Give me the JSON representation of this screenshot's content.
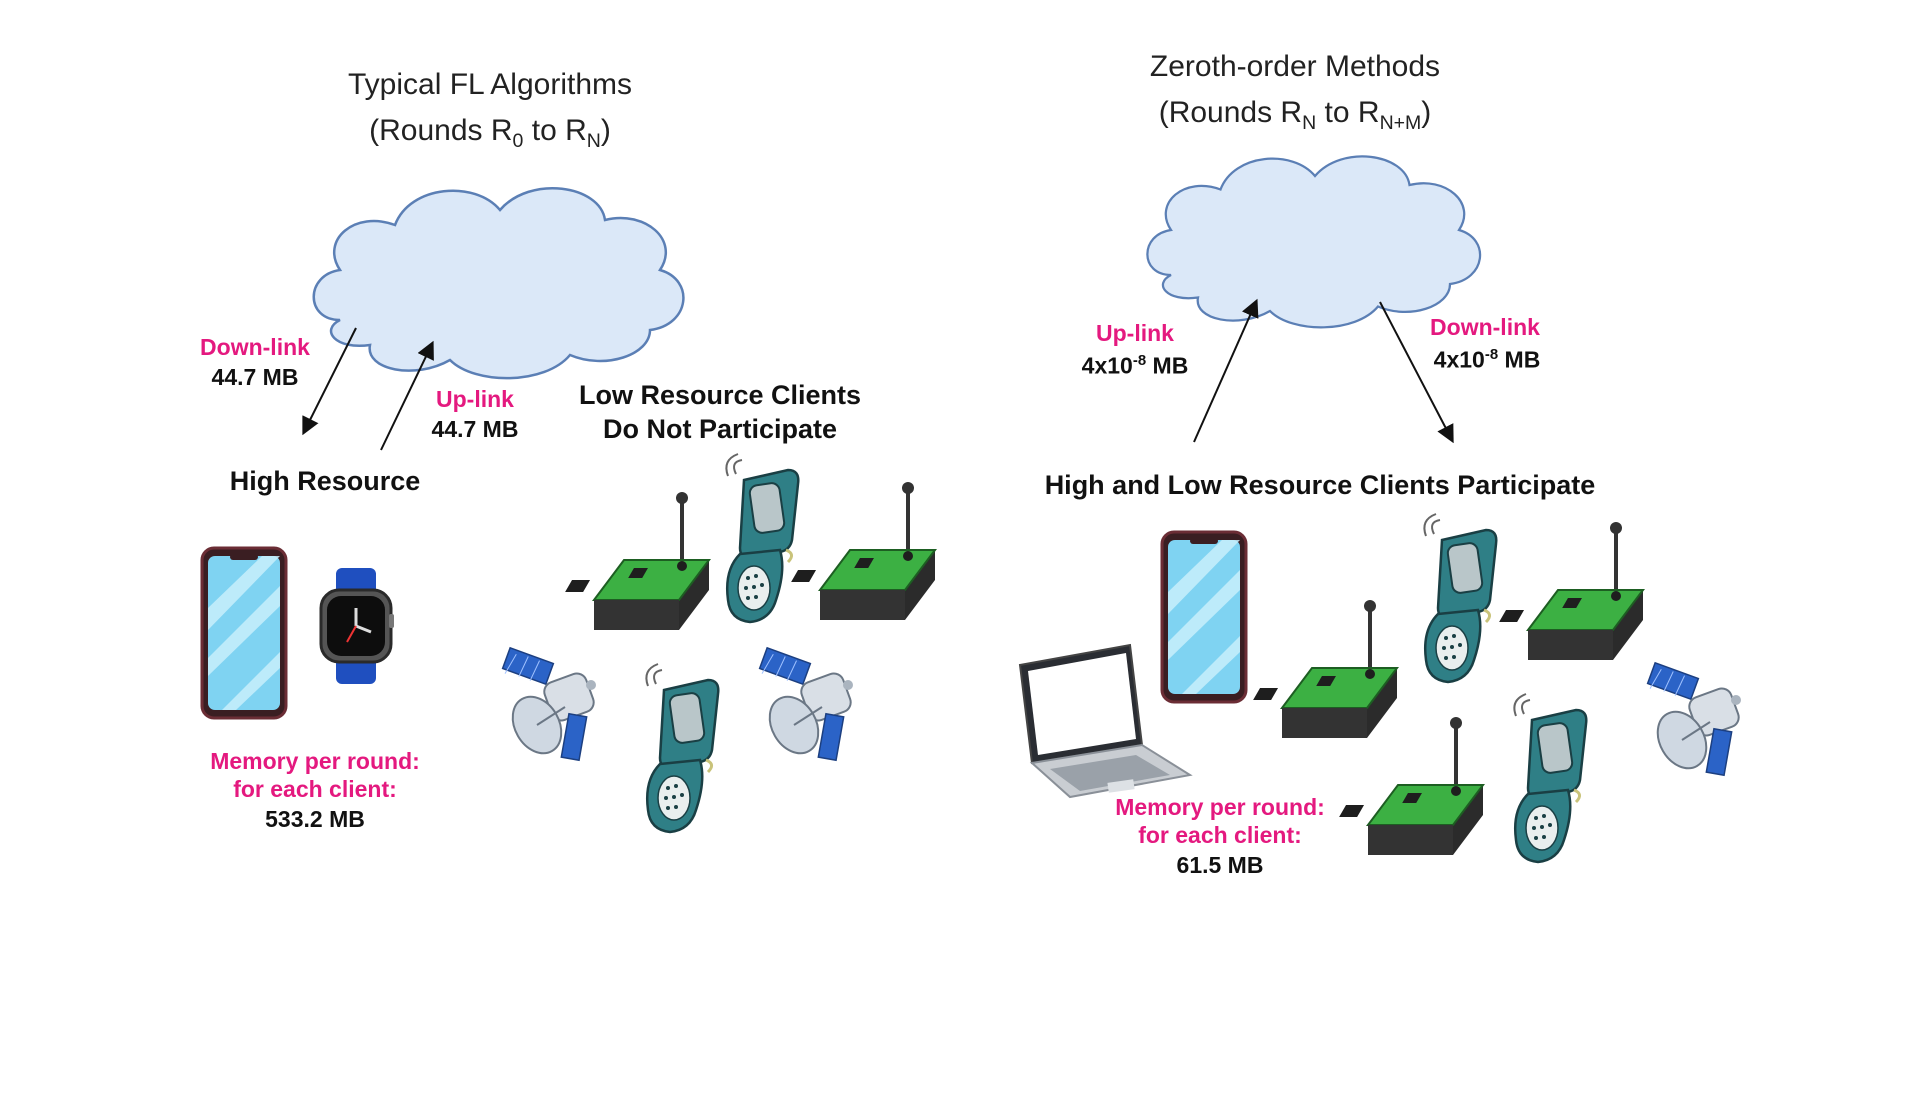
{
  "left": {
    "title_line1": "Typical FL Algorithms",
    "title_line2_prefix": "(Rounds  R",
    "title_sub1": "0",
    "title_mid": " to R",
    "title_sub2": "N",
    "title_suffix": ")",
    "downlink_label": "Down-link",
    "downlink_value": "44.7 MB",
    "uplink_label": "Up-link",
    "uplink_value": "44.7 MB",
    "high_resource_label": "High Resource",
    "low_resource_line1": "Low Resource Clients",
    "low_resource_line2": "Do Not Participate",
    "memory_line1": "Memory per round:",
    "memory_line2": "for each client:",
    "memory_value": "533.2 MB"
  },
  "right": {
    "title_line1": "Zeroth-order Methods",
    "title_line2_prefix": "(Rounds  R",
    "title_sub1": "N",
    "title_mid": " to R",
    "title_sub2": "N+M",
    "title_suffix": ")",
    "uplink_label": "Up-link",
    "uplink_value_prefix": "4x10",
    "uplink_value_exp": "-8",
    "uplink_value_suffix": " MB",
    "downlink_label": "Down-link",
    "downlink_value_prefix": "4x10",
    "downlink_value_exp": "-8",
    "downlink_value_suffix": " MB",
    "participate_label": "High and Low Resource Clients Participate",
    "memory_line1": "Memory per round:",
    "memory_line2": "for each client:",
    "memory_value": "61.5 MB"
  },
  "colors": {
    "accent_pink": "#e4197f",
    "cloud_fill": "#dbe8f8",
    "cloud_stroke": "#5b7fb5",
    "iot_green": "#3cb043",
    "phone_teal": "#2f7f86"
  }
}
